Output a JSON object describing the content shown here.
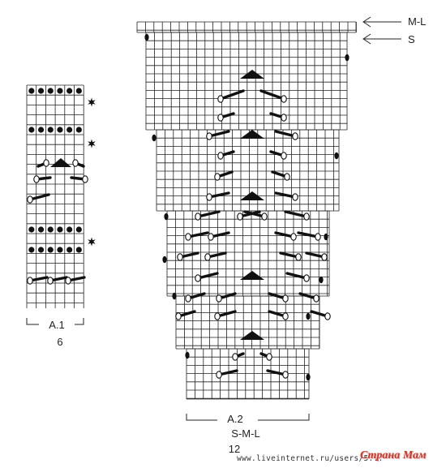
{
  "diagram_a1": {
    "name": "A.1",
    "stitch_count": "6"
  },
  "diagram_a2": {
    "name": "A.2",
    "sizes": "S-M-L",
    "stitch_count": "12"
  },
  "size_markers": {
    "upper": "M-L",
    "lower": "S"
  },
  "footer": {
    "url": "www.liveinternet.ru/users/5...",
    "logo": "Страна Мам"
  },
  "colors": {
    "grid": "#222222",
    "symbol": "#111111",
    "background": "#ffffff"
  },
  "icons": [
    "bobble-dot",
    "star-marker",
    "triangle-decrease",
    "cable-cross",
    "arrow-left-icon",
    "edge-stitch-oval"
  ]
}
